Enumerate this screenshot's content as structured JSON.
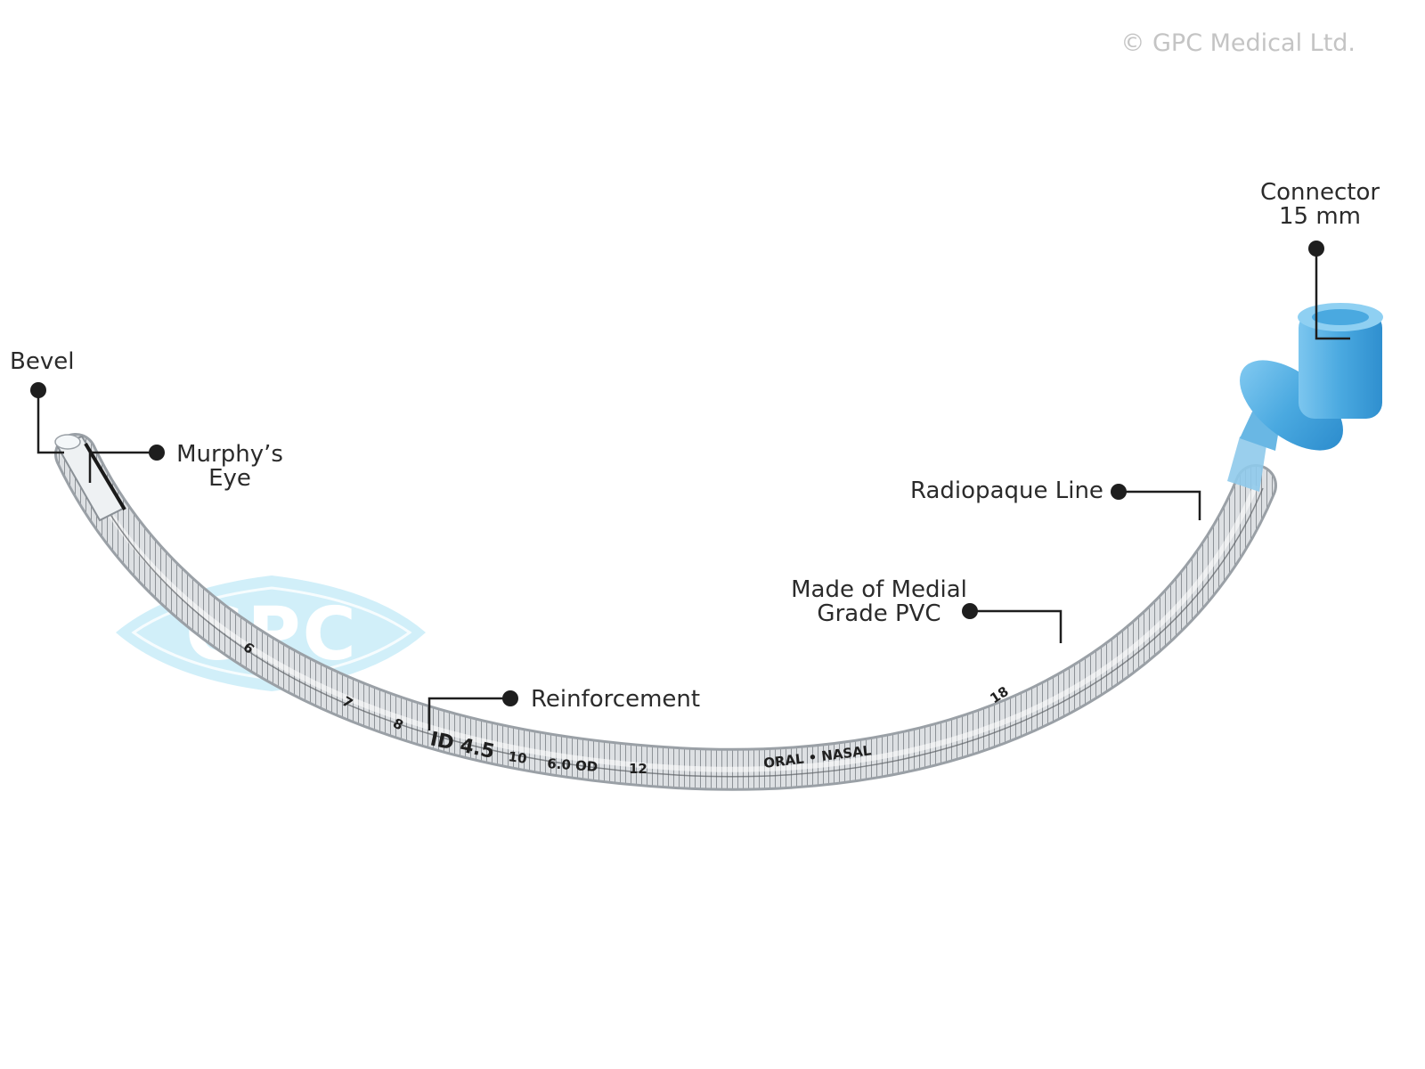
{
  "copyright": "© GPC Medical Ltd.",
  "watermark": {
    "text": "GPC",
    "color": "#bfe6f5"
  },
  "colors": {
    "connector": "#5ab4e6",
    "tube": "#d9dcdf",
    "leader": "#1e1e1e"
  },
  "labels": {
    "bevel": "Bevel",
    "murphys_eye_line1": "Murphy’s",
    "murphys_eye_line2": "Eye",
    "reinforcement": "Reinforcement",
    "material_line1": "Made of Medial",
    "material_line2": "Grade PVC",
    "radiopaque": "Radiopaque Line",
    "connector_line1": "Connector",
    "connector_line2": "15 mm"
  },
  "tube_markings": {
    "id_size": "ID 4.5",
    "od_size": "6.0 OD",
    "oral_nasal": "ORAL • NASAL",
    "depth_marks": [
      "6",
      "7",
      "8",
      "10",
      "12",
      "18"
    ]
  }
}
